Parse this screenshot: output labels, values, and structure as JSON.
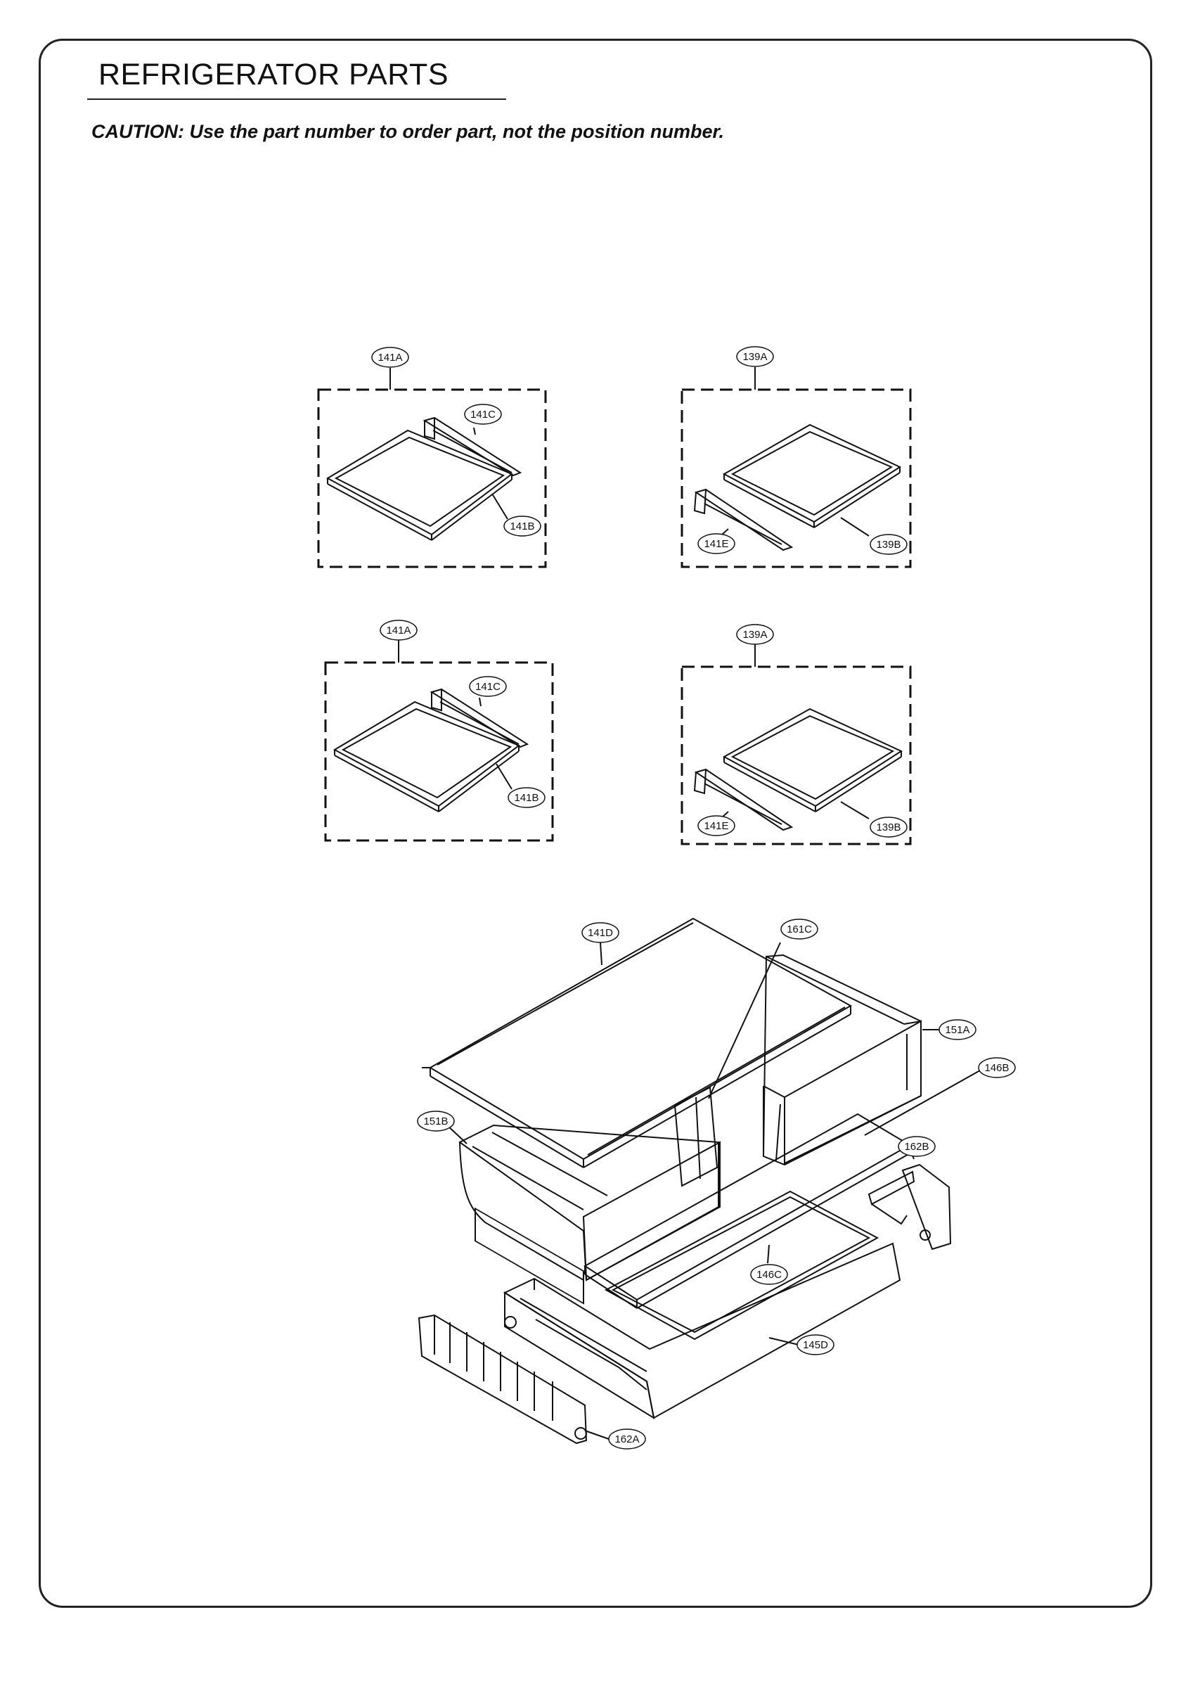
{
  "header": {
    "title": "REFRIGERATOR PARTS",
    "caution": "CAUTION: Use the part number to order part, not the position number."
  },
  "callouts": {
    "c141A_1": "141A",
    "c141C_1": "141C",
    "c141B_1": "141B",
    "c139A_1": "139A",
    "c141E_1": "141E",
    "c139B_1": "139B",
    "c141A_2": "141A",
    "c141C_2": "141C",
    "c141B_2": "141B",
    "c139A_2": "139A",
    "c141E_2": "141E",
    "c139B_2": "139B",
    "c141D": "141D",
    "c161C": "161C",
    "c151A": "151A",
    "c146B": "146B",
    "c151B": "151B",
    "c162B": "162B",
    "c146C": "146C",
    "c145D": "145D",
    "c162A": "162A"
  },
  "colors": {
    "line": "#111111",
    "border": "#222222",
    "background": "#ffffff"
  }
}
